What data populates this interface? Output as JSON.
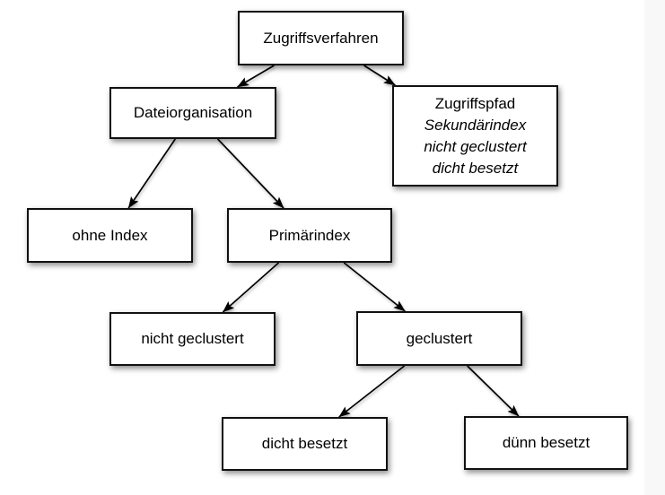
{
  "colors": {
    "background": "#ffffff",
    "box_fill": "#ffffff",
    "box_border": "#111111",
    "text": "#000000",
    "line": "#000000",
    "right_margin": "#f8f8f8"
  },
  "nodes": {
    "zugriffsverfahren": {
      "label": "Zugriffsverfahren"
    },
    "dateiorganisation": {
      "label": "Dateiorganisation"
    },
    "zugriffspfad": {
      "line1": "Zugriffspfad",
      "line2": "Sekundärindex",
      "line3": "nicht geclustert",
      "line4": "dicht besetzt"
    },
    "ohne_index": {
      "label": "ohne Index"
    },
    "primaerindex": {
      "label": "Primärindex"
    },
    "nicht_geclustert": {
      "label": "nicht geclustert"
    },
    "geclustert": {
      "label": "geclustert"
    },
    "dicht_besetzt": {
      "label": "dicht besetzt"
    },
    "duenn_besetzt": {
      "label": "dünn besetzt"
    }
  },
  "edges": [
    {
      "from": "zugriffsverfahren",
      "to": "dateiorganisation"
    },
    {
      "from": "zugriffsverfahren",
      "to": "zugriffspfad"
    },
    {
      "from": "dateiorganisation",
      "to": "ohne_index"
    },
    {
      "from": "dateiorganisation",
      "to": "primaerindex"
    },
    {
      "from": "primaerindex",
      "to": "nicht_geclustert"
    },
    {
      "from": "primaerindex",
      "to": "geclustert"
    },
    {
      "from": "geclustert",
      "to": "dicht_besetzt"
    },
    {
      "from": "geclustert",
      "to": "duenn_besetzt"
    }
  ]
}
